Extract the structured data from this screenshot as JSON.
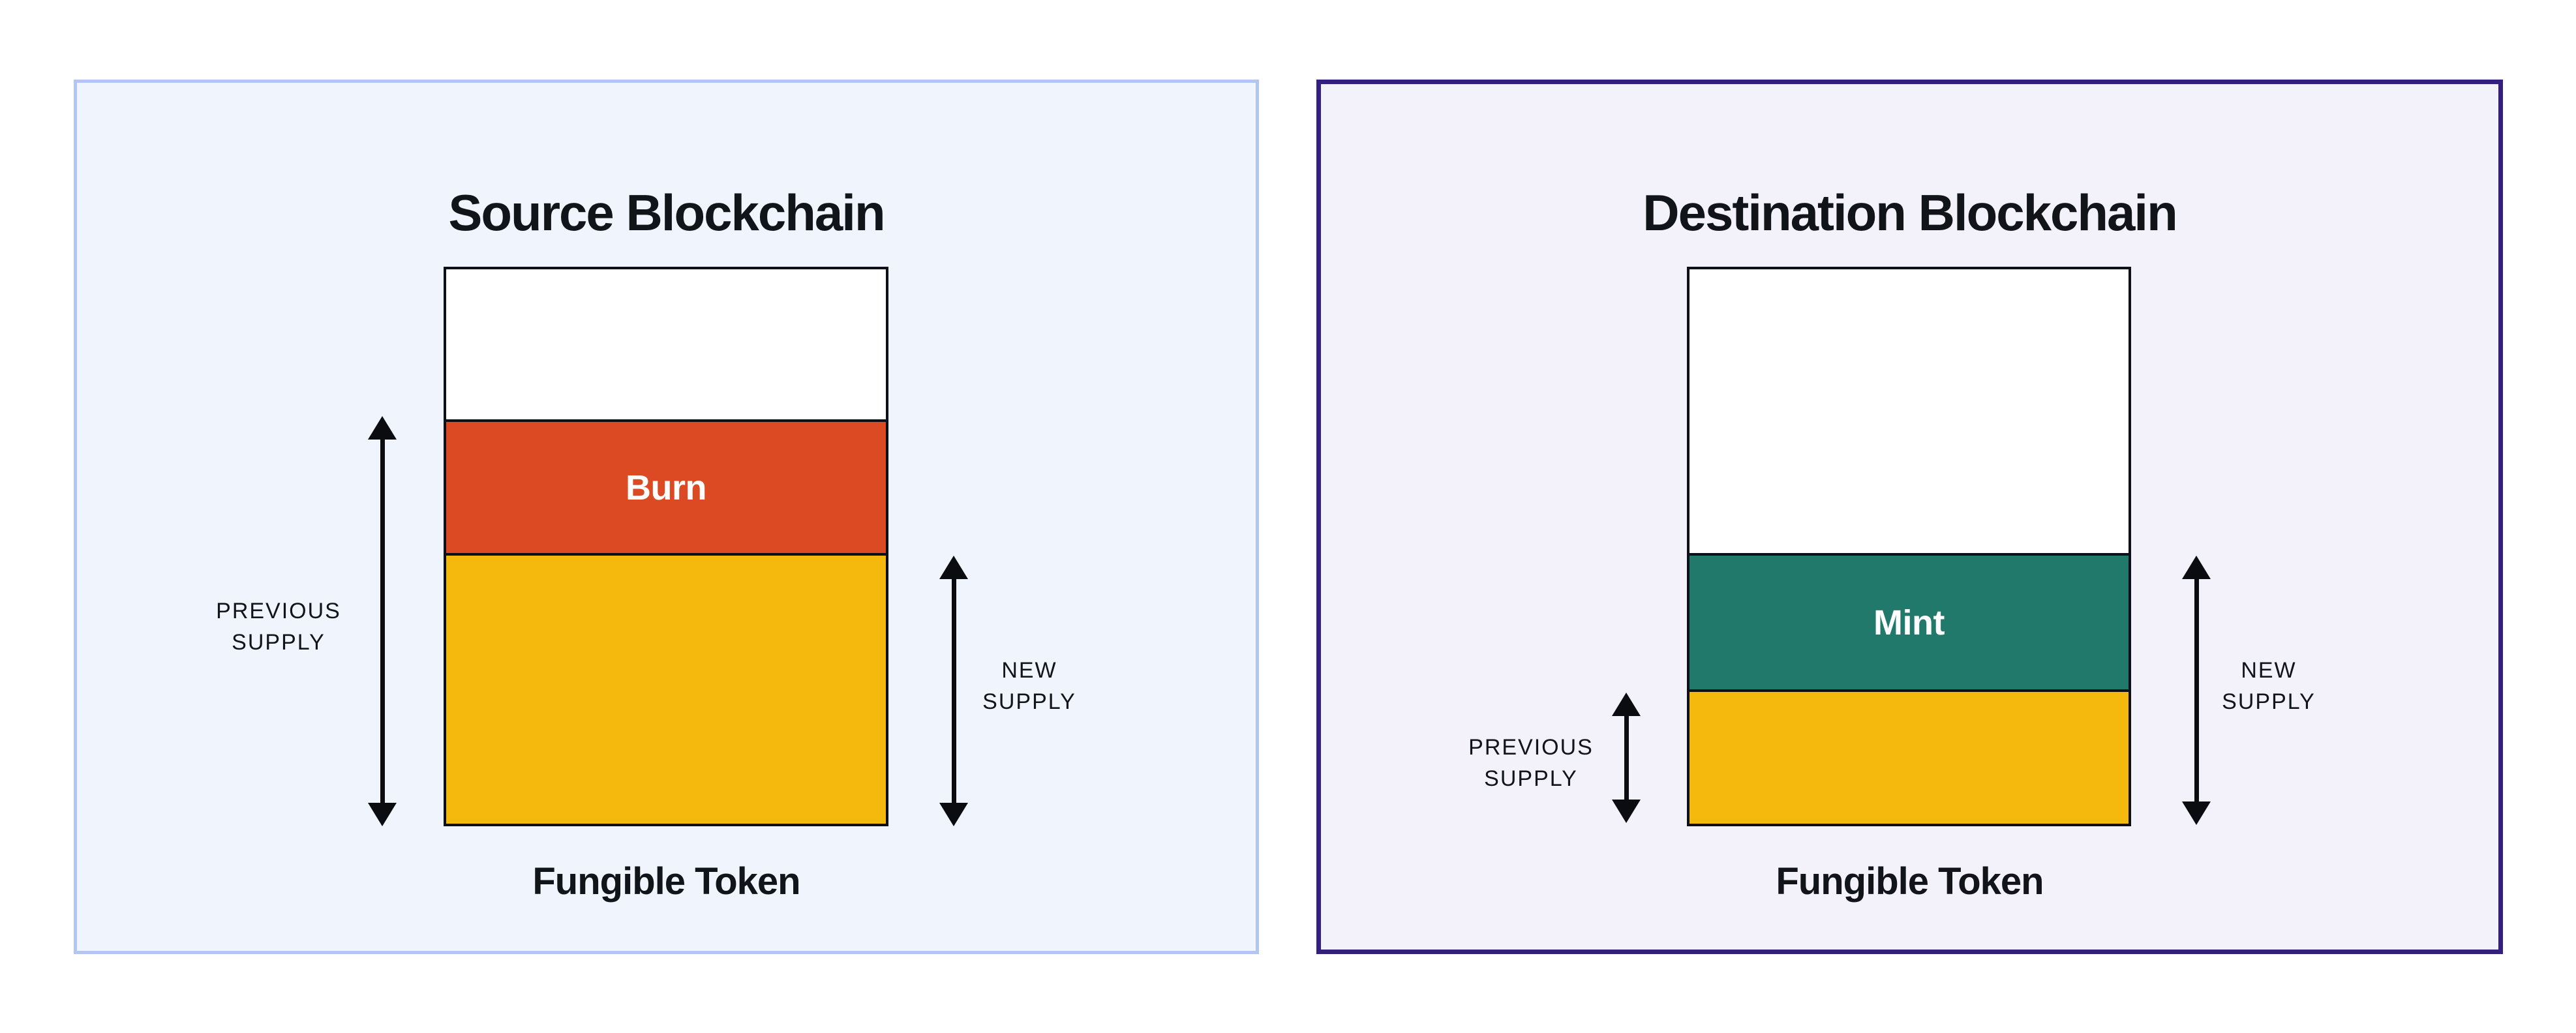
{
  "theme": {
    "page-bg": "#ffffff",
    "source-panel-bg": "#f0f5fd",
    "source-panel-border": "#b3c6f1",
    "dest-panel-bg": "#f3f1fa",
    "dest-panel-border": "#34207c",
    "bar-outline": "#0d1018",
    "bar-empty": "#ffffff",
    "burn-color": "#dc4a23",
    "mint-color": "#20796a",
    "supply-color": "#f5b90d",
    "arrow-color": "#0a0c10",
    "text-color": "#111419",
    "label-on-fill": "#ffffff"
  },
  "source": {
    "title": "Source Blockchain",
    "token_label": "Fungible Token",
    "bar": {
      "segments": [
        {
          "name": "empty",
          "label": "",
          "color": "#ffffff",
          "height_pct": 27.3
        },
        {
          "name": "burn",
          "label": "Burn",
          "color": "#dc4a23",
          "height_pct": 23.9
        },
        {
          "name": "previous-supply",
          "label": "",
          "color": "#f5b90d",
          "height_pct": 48.8
        }
      ]
    },
    "annotations": {
      "previous_supply": {
        "line1": "PREVIOUS",
        "line2": "SUPPLY"
      },
      "new_supply": {
        "line1": "NEW",
        "line2": "SUPPLY"
      }
    }
  },
  "destination": {
    "title": "Destination Blockchain",
    "token_label": "Fungible Token",
    "bar": {
      "segments": [
        {
          "name": "empty",
          "label": "",
          "color": "#ffffff",
          "height_pct": 51.2
        },
        {
          "name": "mint",
          "label": "Mint",
          "color": "#20796a",
          "height_pct": 24.4
        },
        {
          "name": "previous-supply",
          "label": "",
          "color": "#f5b90d",
          "height_pct": 24.4
        }
      ]
    },
    "annotations": {
      "previous_supply": {
        "line1": "PREVIOUS",
        "line2": "SUPPLY"
      },
      "new_supply": {
        "line1": "NEW",
        "line2": "SUPPLY"
      }
    }
  }
}
